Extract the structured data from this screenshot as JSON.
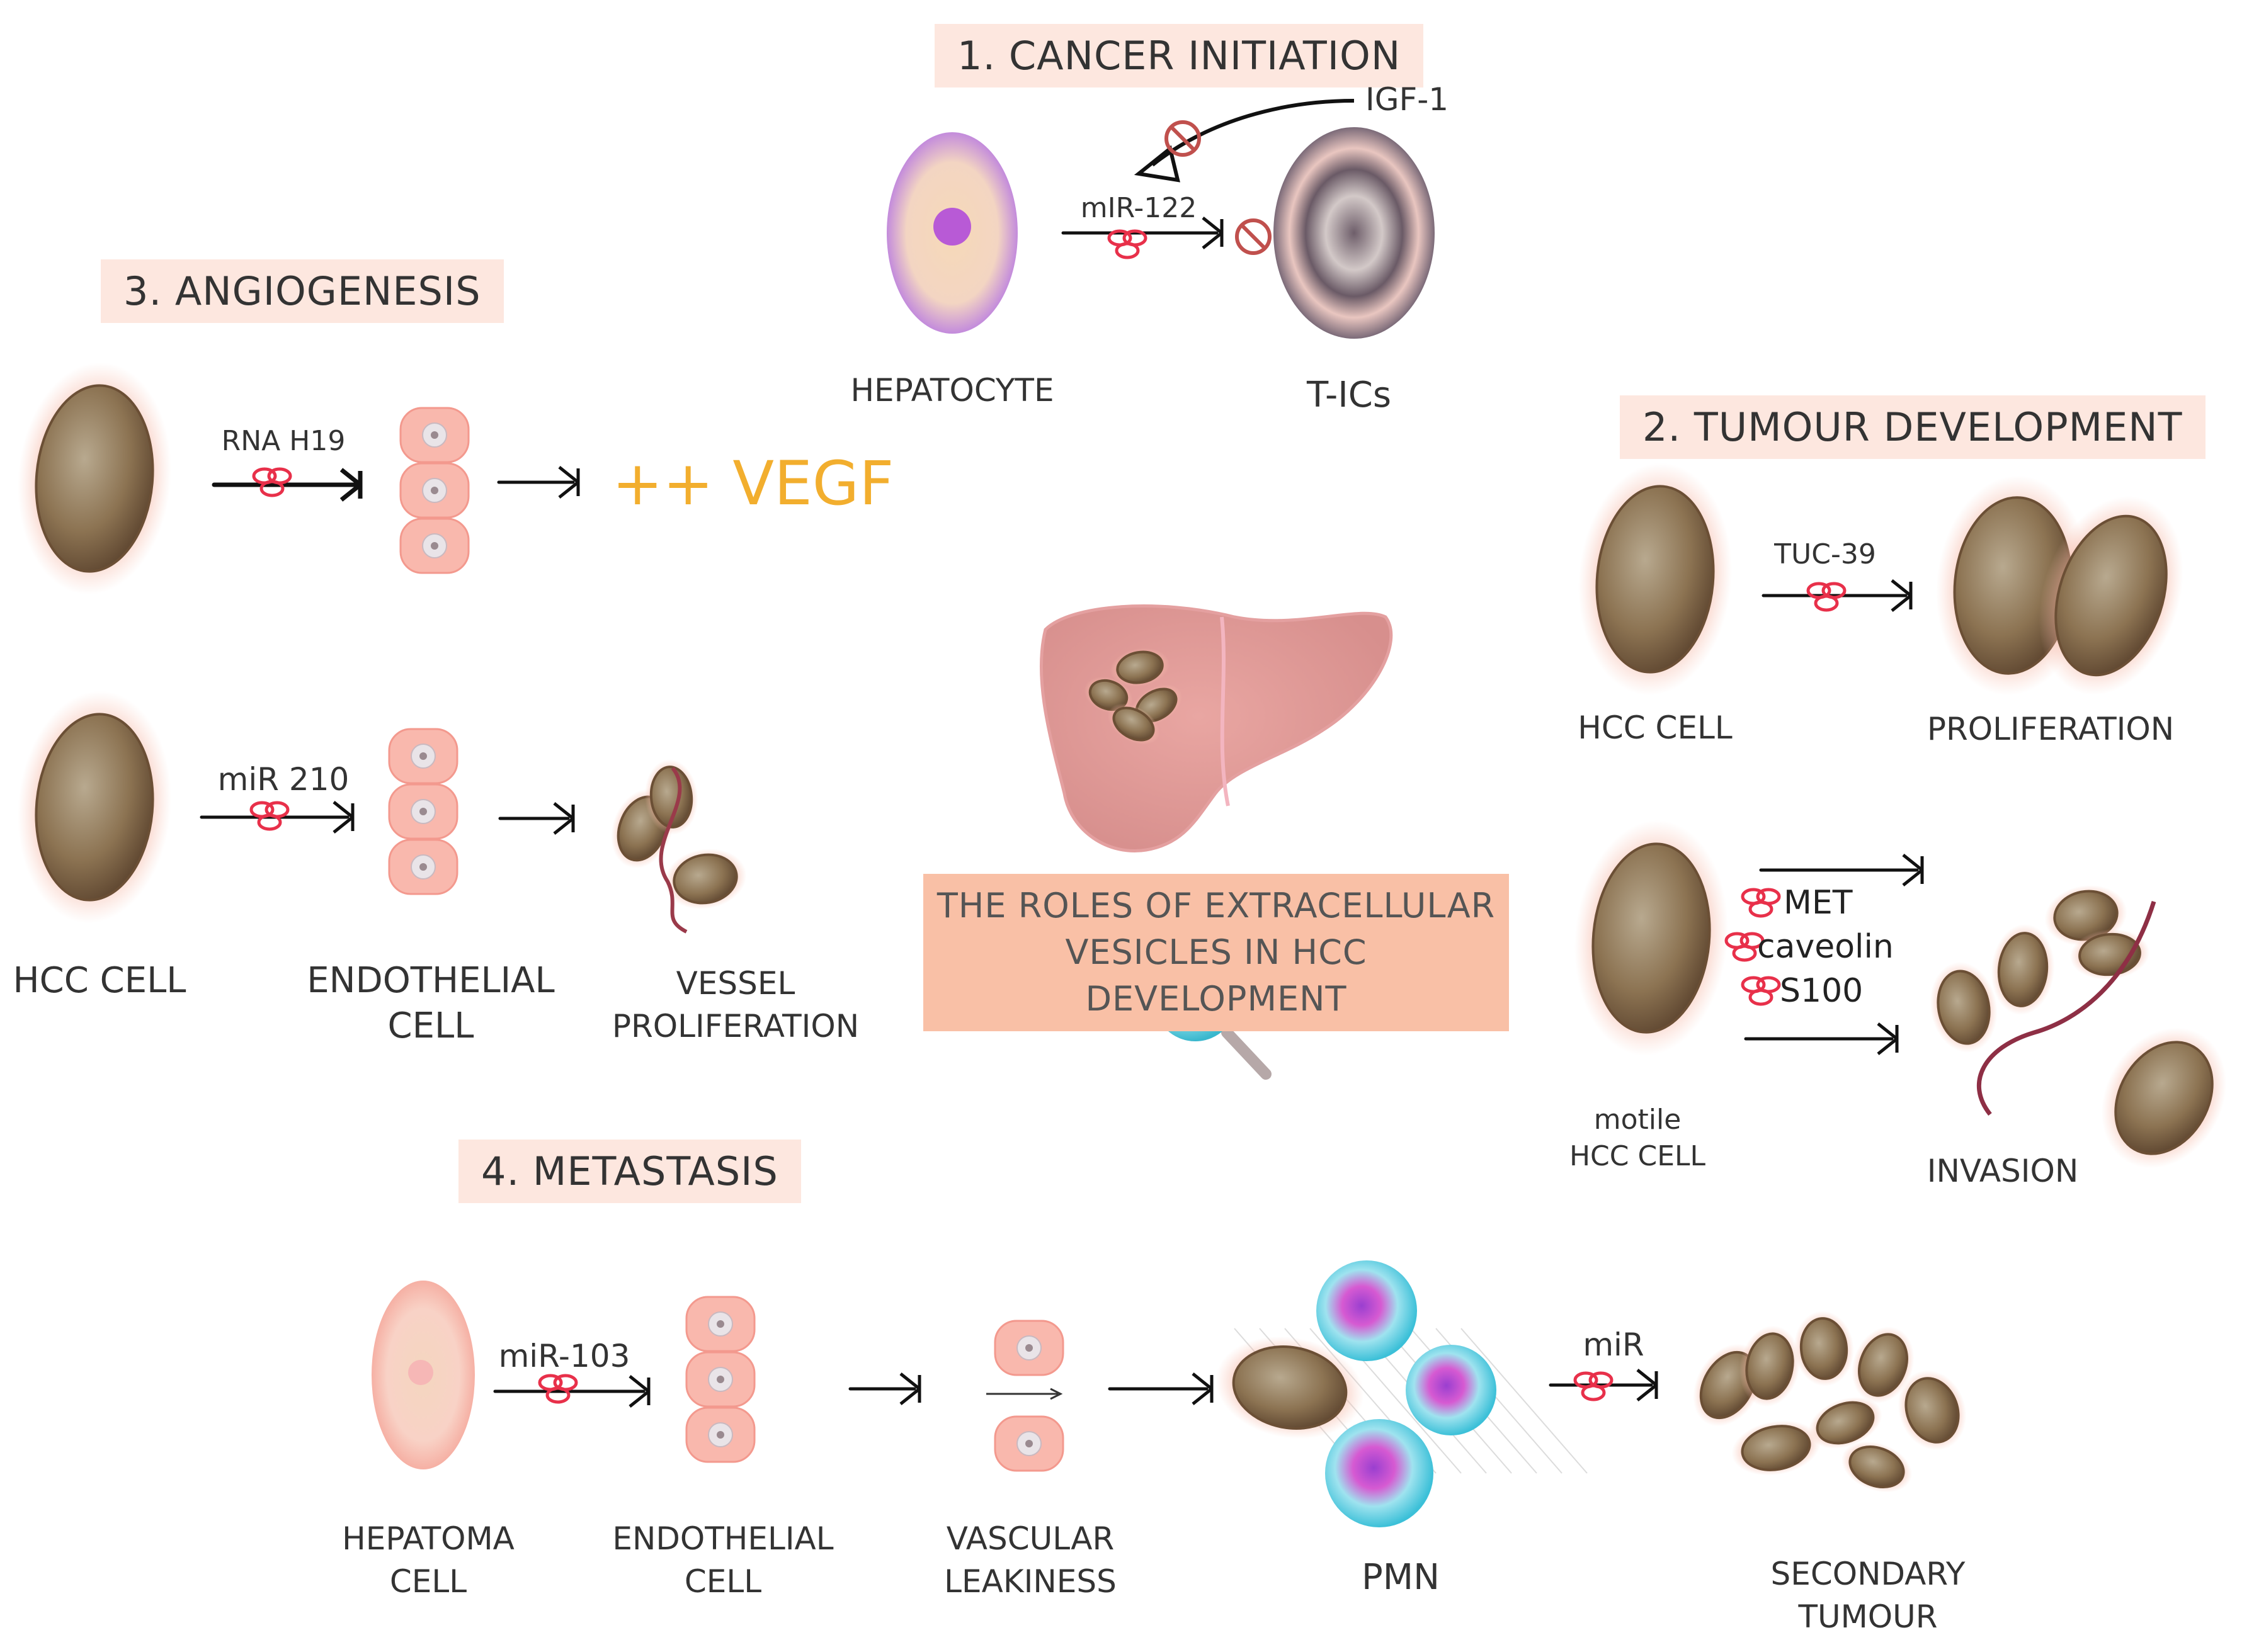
{
  "sections": {
    "cancer_initiation": "1. CANCER INITIATION",
    "tumour_development": "2. TUMOUR DEVELOPMENT",
    "angiogenesis": "3. ANGIOGENESIS",
    "metastasis": "4. METASTASIS"
  },
  "center": {
    "line1": "THE ROLES OF EXTRACELLULAR",
    "line2": "VESICLES IN HCC DEVELOPMENT"
  },
  "initiation": {
    "igf": "IGF-1",
    "mir": "mIR-122",
    "hepatocyte": "HEPATOCYTE",
    "tics": "T-ICs"
  },
  "angiogenesis": {
    "rna": "RNA H19",
    "vegf": "++ VEGF",
    "mir": "miR 210",
    "hcc": "HCC CELL",
    "endo1": "ENDOTHELIAL",
    "endo2": "CELL",
    "vessel1": "VESSEL",
    "vessel2": "PROLIFERATION"
  },
  "tumour": {
    "tuc": "TUC-39",
    "hcc": "HCC CELL",
    "proliferation": "PROLIFERATION",
    "met": "MET",
    "caveolin": "caveolin",
    "s100": "S100",
    "motile1": "motile",
    "motile2": "HCC CELL",
    "invasion": "INVASION"
  },
  "metastasis": {
    "mir103": "miR-103",
    "hepatoma1": "HEPATOMA",
    "hepatoma2": "CELL",
    "endo1": "ENDOTHELIAL",
    "endo2": "CELL",
    "vasc1": "VASCULAR",
    "vasc2": "LEAKINESS",
    "pmn": "PMN",
    "mir": "miR",
    "secondary1": "SECONDARY",
    "secondary2": "TUMOUR"
  },
  "colors": {
    "section_bg": "#fde7df",
    "center_box": "#f9c0a6",
    "vegf": "#f2ae2e",
    "vesicle": "#e8304a",
    "inhibit": "#c0504d",
    "cell_brown": "#8a6d4a",
    "cell_glow": "#f2a590",
    "pmn_cyan": "#5ad0e0",
    "pmn_magenta": "#c040c0"
  }
}
